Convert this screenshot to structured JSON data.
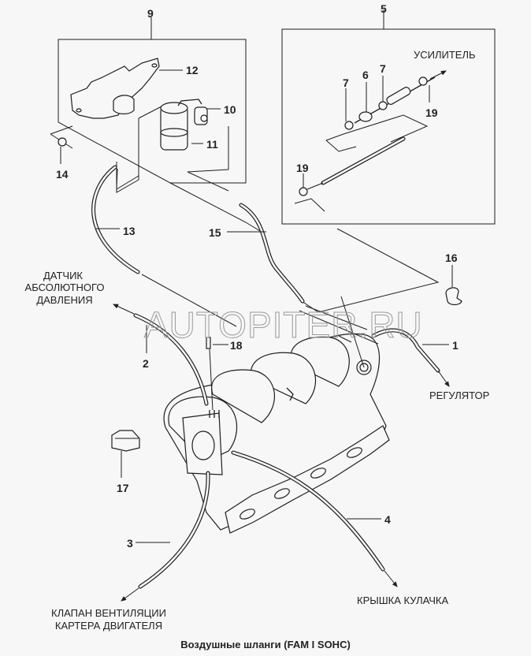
{
  "diagram": {
    "caption": "Воздушные шланги (FAM I SOHC)",
    "watermark": "AUTOPITER.RU",
    "destinations": {
      "booster": "УСИЛИТЕЛЬ",
      "map_sensor": [
        "ДАТЧИК",
        "АБСОЛЮТНОГО",
        "ДАВЛЕНИЯ"
      ],
      "regulator": "РЕГУЛЯТОР",
      "pcv_valve": [
        "КЛАПАН ВЕНТИЛЯЦИИ",
        "КАРТЕРА ДВИГАТЕЛЯ"
      ],
      "cam_cover": "КРЫШКА КУЛАЧКА"
    },
    "callouts": {
      "c1": "1",
      "c2": "2",
      "c3": "3",
      "c4": "4",
      "c5": "5",
      "c6": "6",
      "c7a": "7",
      "c7b": "7",
      "c9": "9",
      "c10": "10",
      "c11": "11",
      "c12": "12",
      "c13": "13",
      "c14": "14",
      "c15": "15",
      "c16": "16",
      "c17": "17",
      "c18": "18",
      "c19a": "19",
      "c19b": "19"
    }
  }
}
